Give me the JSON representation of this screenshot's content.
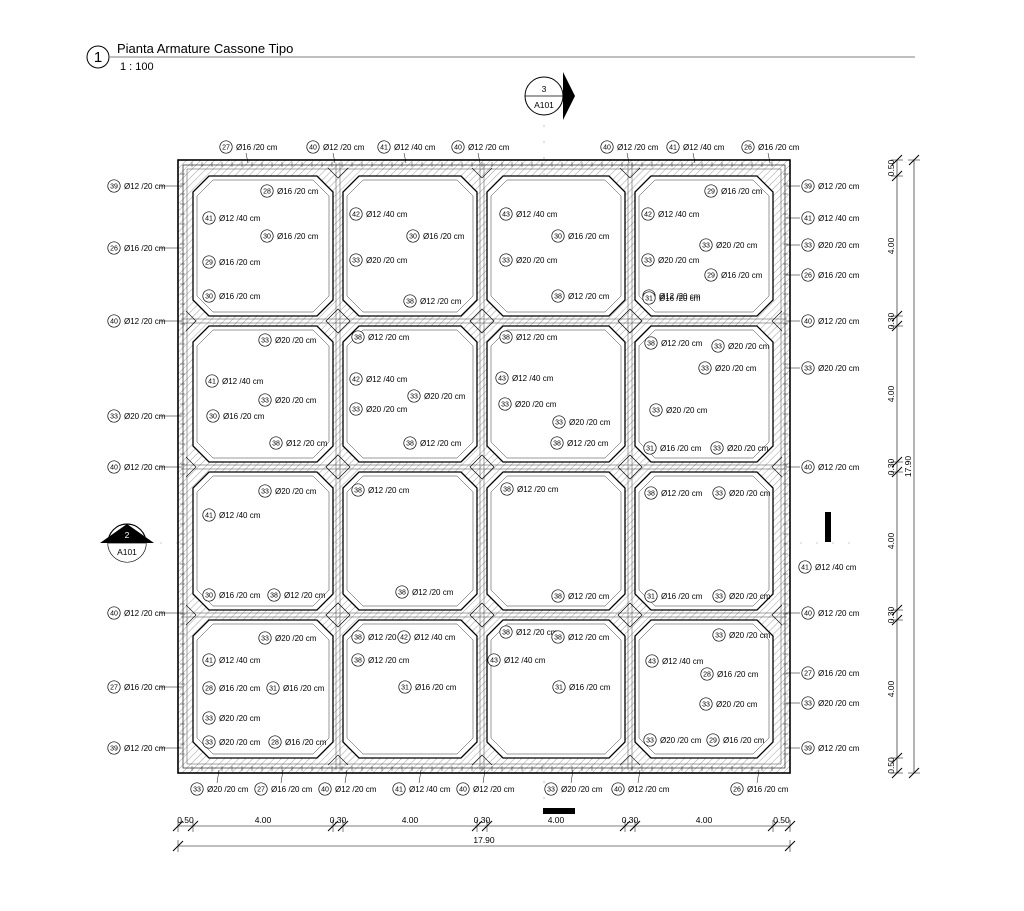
{
  "title_block": {
    "view_number": "1",
    "title": "Pianta Armature Cassone Tipo",
    "scale": "1 : 100"
  },
  "section_markers": [
    {
      "number": "3",
      "sheet": "A101"
    },
    {
      "number": "2",
      "sheet": "A101"
    }
  ],
  "dimensions": {
    "horizontal": [
      "0.50",
      "4.00",
      "0.30",
      "4.00",
      "0.30",
      "4.00",
      "0.30",
      "4.00",
      "0.50"
    ],
    "horizontal_total": "17.90",
    "vertical": [
      "0.50",
      "4.00",
      "0.30",
      "4.00",
      "0.30",
      "4.00",
      "0.30",
      "4.00",
      "0.50"
    ],
    "vertical_total": "17.90"
  },
  "rebar_tags": [
    {
      "n": "27",
      "t": "Ø16 /20 cm"
    },
    {
      "n": "40",
      "t": "Ø12 /20 cm"
    },
    {
      "n": "41",
      "t": "Ø12 /40 cm"
    },
    {
      "n": "40",
      "t": "Ø12 /20 cm"
    },
    {
      "n": "40",
      "t": "Ø12 /20 cm"
    },
    {
      "n": "41",
      "t": "Ø12 /40 cm"
    },
    {
      "n": "26",
      "t": "Ø16 /20 cm"
    },
    {
      "n": "39",
      "t": "Ø12 /20 cm"
    },
    {
      "n": "26",
      "t": "Ø16 /20 cm"
    },
    {
      "n": "40",
      "t": "Ø12 /20 cm"
    },
    {
      "n": "33",
      "t": "Ø20 /20 cm"
    },
    {
      "n": "40",
      "t": "Ø12 /20 cm"
    },
    {
      "n": "40",
      "t": "Ø12 /20 cm"
    },
    {
      "n": "27",
      "t": "Ø16 /20 cm"
    },
    {
      "n": "39",
      "t": "Ø12 /20 cm"
    },
    {
      "n": "39",
      "t": "Ø12 /20 cm"
    },
    {
      "n": "41",
      "t": "Ø12 /40 cm"
    },
    {
      "n": "33",
      "t": "Ø20 /20 cm"
    },
    {
      "n": "26",
      "t": "Ø16 /20 cm"
    },
    {
      "n": "40",
      "t": "Ø12 /20 cm"
    },
    {
      "n": "33",
      "t": "Ø20 /20 cm"
    },
    {
      "n": "40",
      "t": "Ø12 /20 cm"
    },
    {
      "n": "41",
      "t": "Ø12 /40 cm"
    },
    {
      "n": "40",
      "t": "Ø12 /20 cm"
    },
    {
      "n": "27",
      "t": "Ø16 /20 cm"
    },
    {
      "n": "33",
      "t": "Ø20 /20 cm"
    },
    {
      "n": "39",
      "t": "Ø12 /20 cm"
    },
    {
      "n": "33",
      "t": "Ø20 /20 cm"
    },
    {
      "n": "27",
      "t": "Ø16 /20 cm"
    },
    {
      "n": "40",
      "t": "Ø12 /20 cm"
    },
    {
      "n": "41",
      "t": "Ø12 /40 cm"
    },
    {
      "n": "40",
      "t": "Ø12 /20 cm"
    },
    {
      "n": "33",
      "t": "Ø20 /20 cm"
    },
    {
      "n": "40",
      "t": "Ø12 /20 cm"
    },
    {
      "n": "26",
      "t": "Ø16 /20 cm"
    },
    {
      "n": "28",
      "t": "Ø16 /20 cm"
    },
    {
      "n": "41",
      "t": "Ø12 /40 cm"
    },
    {
      "n": "30",
      "t": "Ø16 /20 cm"
    },
    {
      "n": "29",
      "t": "Ø16 /20 cm"
    },
    {
      "n": "33",
      "t": "Ø20 /20 cm"
    },
    {
      "n": "30",
      "t": "Ø16 /20 cm"
    },
    {
      "n": "38",
      "t": "Ø12 /20 cm"
    },
    {
      "n": "42",
      "t": "Ø12 /40 cm"
    },
    {
      "n": "30",
      "t": "Ø16 /20 cm"
    },
    {
      "n": "33",
      "t": "Ø20 /20 cm"
    },
    {
      "n": "38",
      "t": "Ø12 /20 cm"
    },
    {
      "n": "43",
      "t": "Ø12 /40 cm"
    },
    {
      "n": "30",
      "t": "Ø16 /20 cm"
    },
    {
      "n": "33",
      "t": "Ø20 /20 cm"
    },
    {
      "n": "38",
      "t": "Ø12 /20 cm"
    },
    {
      "n": "29",
      "t": "Ø16 /20 cm"
    },
    {
      "n": "42",
      "t": "Ø12 /40 cm"
    },
    {
      "n": "33",
      "t": "Ø20 /20 cm"
    },
    {
      "n": "29",
      "t": "Ø16 /20 cm"
    },
    {
      "n": "31",
      "t": "Ø16 /20 cm"
    },
    {
      "n": "33",
      "t": "Ø20 /20 cm"
    },
    {
      "n": "41",
      "t": "Ø12 /40 cm"
    },
    {
      "n": "33",
      "t": "Ø20 /20 cm"
    },
    {
      "n": "30",
      "t": "Ø16 /20 cm"
    },
    {
      "n": "38",
      "t": "Ø12 /20 cm"
    },
    {
      "n": "38",
      "t": "Ø12 /20 cm"
    },
    {
      "n": "42",
      "t": "Ø12 /40 cm"
    },
    {
      "n": "33",
      "t": "Ø20 /20 cm"
    },
    {
      "n": "33",
      "t": "Ø20 /20 cm"
    },
    {
      "n": "38",
      "t": "Ø12 /20 cm"
    },
    {
      "n": "38",
      "t": "Ø12 /20 cm"
    },
    {
      "n": "43",
      "t": "Ø12 /40 cm"
    },
    {
      "n": "33",
      "t": "Ø20 /20 cm"
    },
    {
      "n": "33",
      "t": "Ø20 /20 cm"
    },
    {
      "n": "38",
      "t": "Ø12 /20 cm"
    },
    {
      "n": "38",
      "t": "Ø12 /20 cm"
    },
    {
      "n": "33",
      "t": "Ø20 /20 cm"
    },
    {
      "n": "33",
      "t": "Ø20 /20 cm"
    },
    {
      "n": "33",
      "t": "Ø20 /20 cm"
    },
    {
      "n": "31",
      "t": "Ø16 /20 cm"
    },
    {
      "n": "33",
      "t": "Ø20 /20 cm"
    },
    {
      "n": "33",
      "t": "Ø20 /20 cm"
    },
    {
      "n": "38",
      "t": "Ø12 /20 cm"
    },
    {
      "n": "41",
      "t": "Ø12 /40 cm"
    },
    {
      "n": "30",
      "t": "Ø16 /20 cm"
    },
    {
      "n": "38",
      "t": "Ø12 /20 cm"
    },
    {
      "n": "38",
      "t": "Ø12 /20 cm"
    },
    {
      "n": "38",
      "t": "Ø12 /20 cm"
    },
    {
      "n": "38",
      "t": "Ø12 /20 cm"
    },
    {
      "n": "38",
      "t": "Ø12 /20 cm"
    },
    {
      "n": "33",
      "t": "Ø20 /20 cm"
    },
    {
      "n": "31",
      "t": "Ø16 /20 cm"
    },
    {
      "n": "33",
      "t": "Ø20 /20 cm"
    },
    {
      "n": "33",
      "t": "Ø20 /20 cm"
    },
    {
      "n": "38",
      "t": "Ø12 /20 cm"
    },
    {
      "n": "41",
      "t": "Ø12 /40 cm"
    },
    {
      "n": "28",
      "t": "Ø16 /20 cm"
    },
    {
      "n": "31",
      "t": "Ø16 /20 cm"
    },
    {
      "n": "33",
      "t": "Ø20 /20 cm"
    },
    {
      "n": "33",
      "t": "Ø20 /20 cm"
    },
    {
      "n": "28",
      "t": "Ø16 /20 cm"
    },
    {
      "n": "38",
      "t": "Ø12 /20 cm"
    },
    {
      "n": "42",
      "t": "Ø12 /40 cm"
    },
    {
      "n": "31",
      "t": "Ø16 /20 cm"
    },
    {
      "n": "38",
      "t": "Ø12 /20 cm"
    },
    {
      "n": "43",
      "t": "Ø12 /40 cm"
    },
    {
      "n": "31",
      "t": "Ø16 /20 cm"
    },
    {
      "n": "38",
      "t": "Ø12 /20 cm"
    },
    {
      "n": "33",
      "t": "Ø20 /20 cm"
    },
    {
      "n": "43",
      "t": "Ø12 /40 cm"
    },
    {
      "n": "28",
      "t": "Ø16 /20 cm"
    },
    {
      "n": "33",
      "t": "Ø20 /20 cm"
    },
    {
      "n": "33",
      "t": "Ø20 /20 cm"
    },
    {
      "n": "29",
      "t": "Ø16 /20 cm"
    }
  ]
}
